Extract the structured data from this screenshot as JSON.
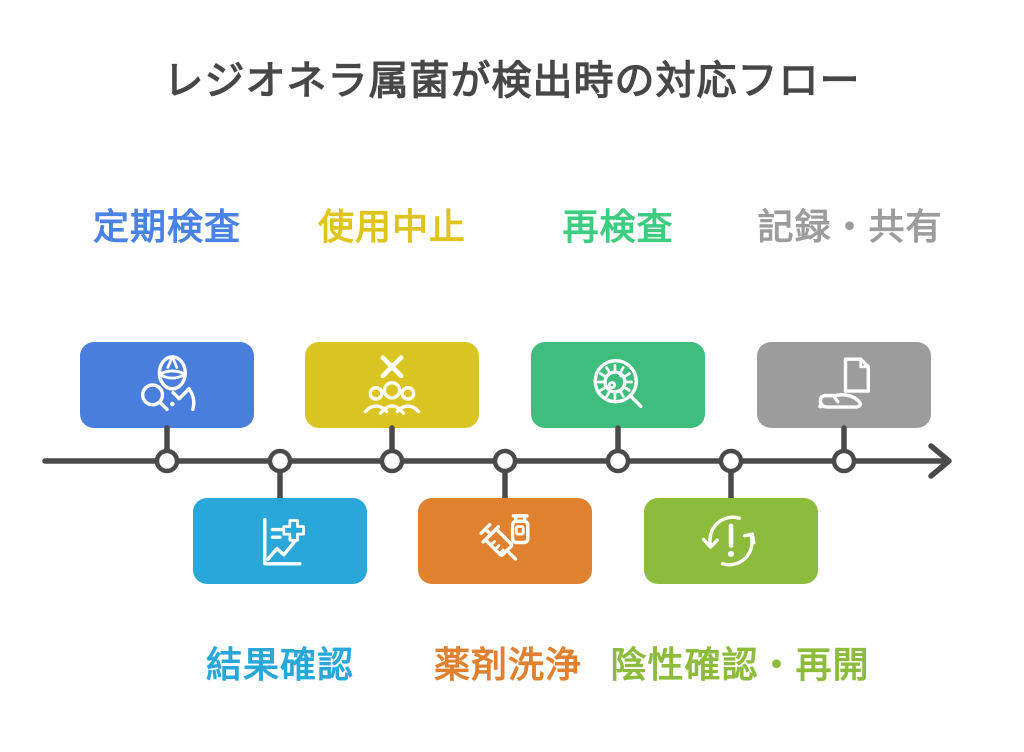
{
  "title": {
    "text": "レジオネラ属菌が検出時の対応フロー",
    "color": "#474747"
  },
  "timeline": {
    "color": "#4A4A4A",
    "node_fill": "#FFFFFF",
    "direction": "left-to-right",
    "node_count": 7
  },
  "steps": [
    {
      "label": "定期検査",
      "label_color": "#4A82E6",
      "box_color": "#4A7EDC",
      "icon": "doctor-search-icon",
      "row": "top"
    },
    {
      "label": "結果確認",
      "label_color": "#29A7D8",
      "box_color": "#29A7D8",
      "icon": "results-chart-icon",
      "row": "bottom"
    },
    {
      "label": "使用中止",
      "label_color": "#DFC41C",
      "box_color": "#D9C421",
      "icon": "stop-users-icon",
      "row": "top"
    },
    {
      "label": "薬剤洗浄",
      "label_color": "#DF812E",
      "box_color": "#DF812E",
      "icon": "syringe-vial-icon",
      "row": "bottom"
    },
    {
      "label": "再検査",
      "label_color": "#3ECC81",
      "box_color": "#3EBD7D",
      "icon": "microbe-search-icon",
      "row": "top"
    },
    {
      "label": "陰性確認・再開",
      "label_color": "#8DBB3C",
      "box_color": "#8DBB3C",
      "icon": "restart-alert-icon",
      "row": "bottom"
    },
    {
      "label": "記録・共有",
      "label_color": "#9C9C9C",
      "box_color": "#9C9C9C",
      "icon": "document-hand-icon",
      "row": "top"
    }
  ]
}
